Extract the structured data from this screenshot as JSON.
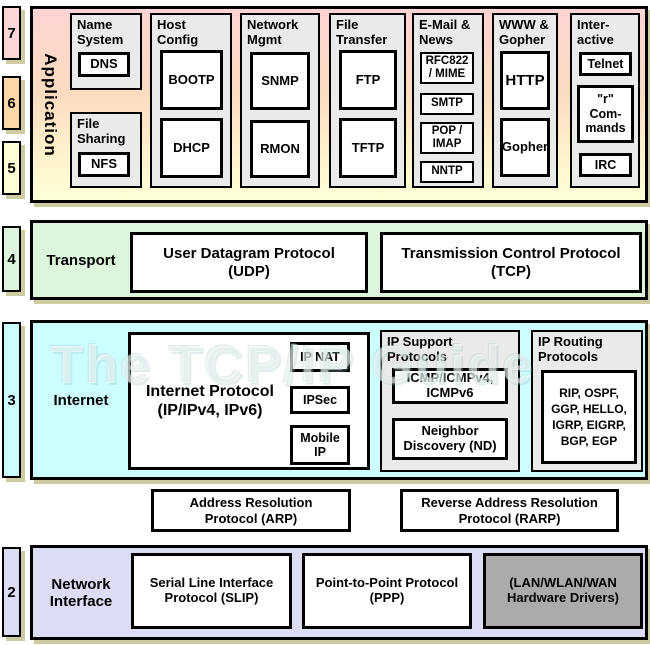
{
  "watermark": "The TCP/IP Guide",
  "layer_numbers": [
    "7",
    "6",
    "5",
    "4",
    "3",
    "2"
  ],
  "colors": {
    "layer7_pink": "#ffd6d6",
    "layer6_peach": "#fcd8a8",
    "layer5_yellow": "#ffffd6",
    "transport_green": "#ddf5dd",
    "internet_cyan": "#cdfeff",
    "network_lavender": "#dcdcf5",
    "group_gray": "#eaeaea",
    "hardware_gray": "#ababab",
    "shadow_tan": "#cfcba0"
  },
  "application": {
    "label": "Application",
    "groups": [
      {
        "title": "Name\nSystem",
        "items": [
          "DNS"
        ]
      },
      {
        "title": "File\nSharing",
        "items": [
          "NFS"
        ]
      },
      {
        "title": "Host\nConfig",
        "items": [
          "BOOTP",
          "DHCP"
        ]
      },
      {
        "title": "Network\nMgmt",
        "items": [
          "SNMP",
          "RMON"
        ]
      },
      {
        "title": "File\nTransfer",
        "items": [
          "FTP",
          "TFTP"
        ]
      },
      {
        "title": "E-Mail &\nNews",
        "items": [
          "RFC822\n/ MIME",
          "SMTP",
          "POP /\nIMAP",
          "NNTP"
        ]
      },
      {
        "title": "WWW &\nGopher",
        "items": [
          "HTTP",
          "Gopher"
        ]
      },
      {
        "title": "Inter-\nactive",
        "items": [
          "Telnet",
          "\"r\"\nCom-\nmands",
          "IRC"
        ]
      }
    ]
  },
  "transport": {
    "label": "Transport",
    "udp": "User Datagram Protocol\n(UDP)",
    "tcp": "Transmission Control Protocol\n(TCP)"
  },
  "internet": {
    "label": "Internet",
    "ip": "Internet Protocol\n(IP/IPv4, IPv6)",
    "ip_children": [
      "IP NAT",
      "IPSec",
      "Mobile\nIP"
    ],
    "support": {
      "title": "IP Support\nProtocols",
      "items": [
        "ICMP/ICMPv4,\nICMPv6",
        "Neighbor\nDiscovery (ND)"
      ]
    },
    "routing": {
      "title": "IP Routing\nProtocols",
      "items": [
        "RIP, OSPF,\nGGP, HELLO,\nIGRP, EIGRP,\nBGP, EGP"
      ]
    }
  },
  "arp_row": {
    "arp": "Address Resolution\nProtocol (ARP)",
    "rarp": "Reverse Address Resolution\nProtocol (RARP)"
  },
  "network_interface": {
    "label": "Network\nInterface",
    "slip": "Serial Line Interface\nProtocol (SLIP)",
    "ppp": "Point-to-Point Protocol\n(PPP)",
    "hardware": "(LAN/WLAN/WAN\nHardware Drivers)"
  }
}
